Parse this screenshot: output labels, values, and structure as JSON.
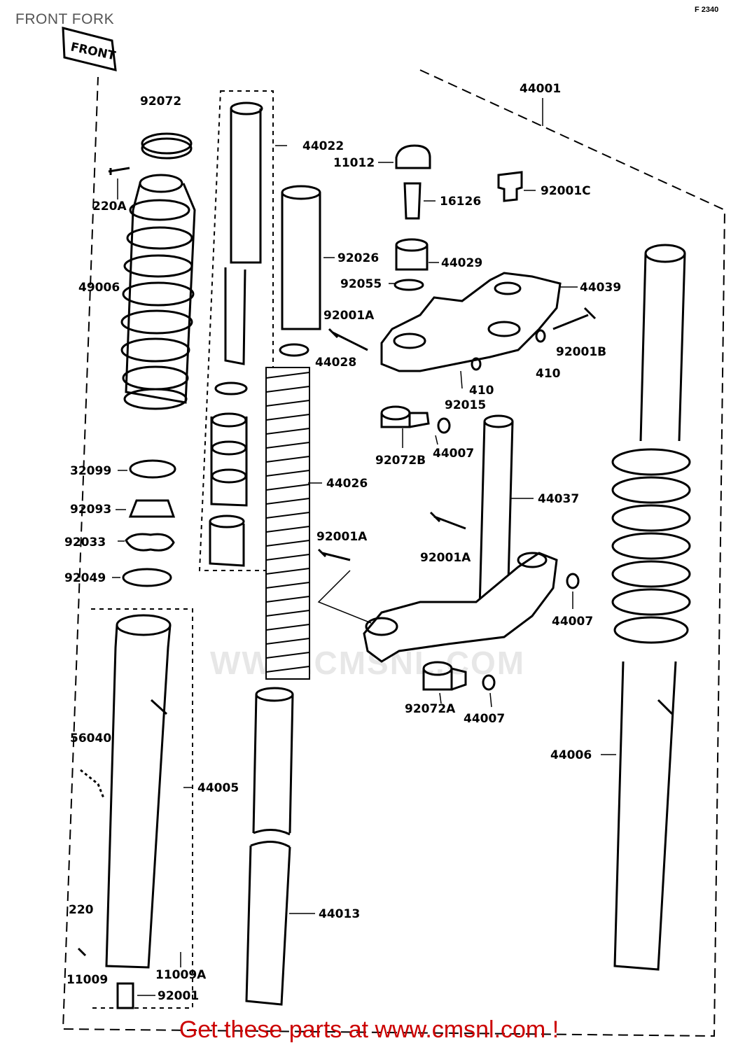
{
  "header": {
    "title": "FRONT FORK",
    "ref": "F 2340"
  },
  "diagram": {
    "front_tag": "FRONT",
    "watermark": "WWW.CMSNL.COM",
    "labels": {
      "p44001": "44001",
      "p92072": "92072",
      "p44022": "44022",
      "p11012": "11012",
      "p16126": "16126",
      "p92001C": "92001C",
      "p220A": "220A",
      "p92026": "92026",
      "p44029": "44029",
      "p92055": "92055",
      "p44039": "44039",
      "p49006": "49006",
      "p92001A_1": "92001A",
      "p92001B": "92001B",
      "p44028": "44028",
      "p410_1": "410",
      "p410_2": "410",
      "p92015": "92015",
      "p92072B": "92072B",
      "p44007_1": "44007",
      "p32099": "32099",
      "p44026": "44026",
      "p44037": "44037",
      "p92093": "92093",
      "p92001A_2": "92001A",
      "p92001A_3": "92001A",
      "p92033": "92033",
      "p92049": "92049",
      "p44007_2": "44007",
      "p92072A": "92072A",
      "p44007_3": "44007",
      "p56040": "56040",
      "p44005": "44005",
      "p44006": "44006",
      "p44013": "44013",
      "p220": "220",
      "p11009": "11009",
      "p11009A": "11009A",
      "p92001": "92001"
    }
  },
  "footer": {
    "text": "Get these parts at www.cmsnl.com !"
  }
}
